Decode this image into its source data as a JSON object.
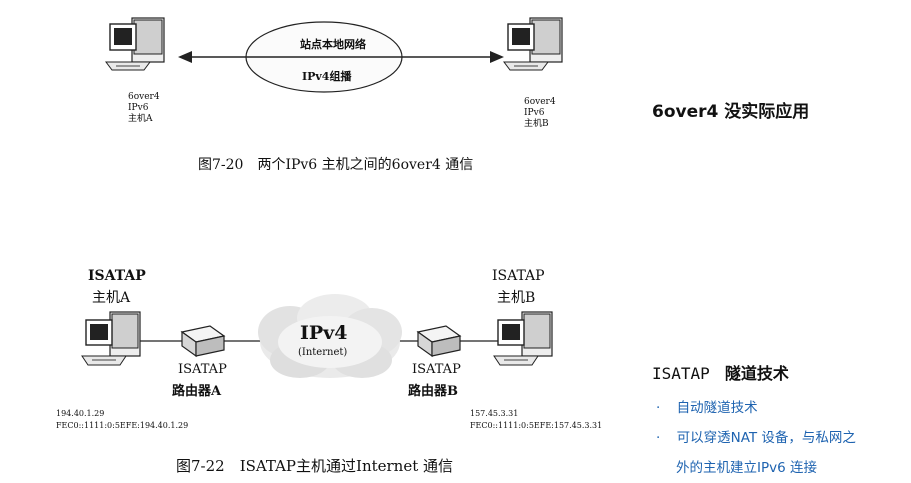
{
  "fig1": {
    "ellipse_top": "站点本地网络",
    "ellipse_bottom": "IPv4组播",
    "hostA": [
      "6over4",
      "IPv6",
      "主机A"
    ],
    "hostB": [
      "6over4",
      "IPv6",
      "主机B"
    ],
    "caption": "图7-20　两个IPv6 主机之间的6over4 通信"
  },
  "fig2": {
    "hostA_top": "ISATAP",
    "hostA_bottom": "主机A",
    "hostB_top": "ISATAP",
    "hostB_bottom": "主机B",
    "routerA_top": "ISATAP",
    "routerA_bottom": "路由器A",
    "routerB_top": "ISATAP",
    "routerB_bottom": "路由器B",
    "cloud_title": "IPv4",
    "cloud_sub": "(Internet)",
    "addrA_1": "194.40.1.29",
    "addrA_2": "FEC0::1111:0:5EFE:194.40.1.29",
    "addrB_1": "157.45.3.31",
    "addrB_2": "FEC0::1111:0:5EFE:157.45.3.31",
    "caption": "图7-22　ISATAP主机通过Internet 通信"
  },
  "side": {
    "title1": "6over4 没实际应用",
    "title2_a": "ISATAP",
    "title2_b": "隧道技术",
    "bullets": [
      "自动隧道技术",
      "可以穿透NAT 设备，与私网之",
      "外的主机建立IPv6 连接"
    ],
    "bullet_glyph": "·"
  },
  "colors": {
    "accent": "#1e63b0"
  }
}
